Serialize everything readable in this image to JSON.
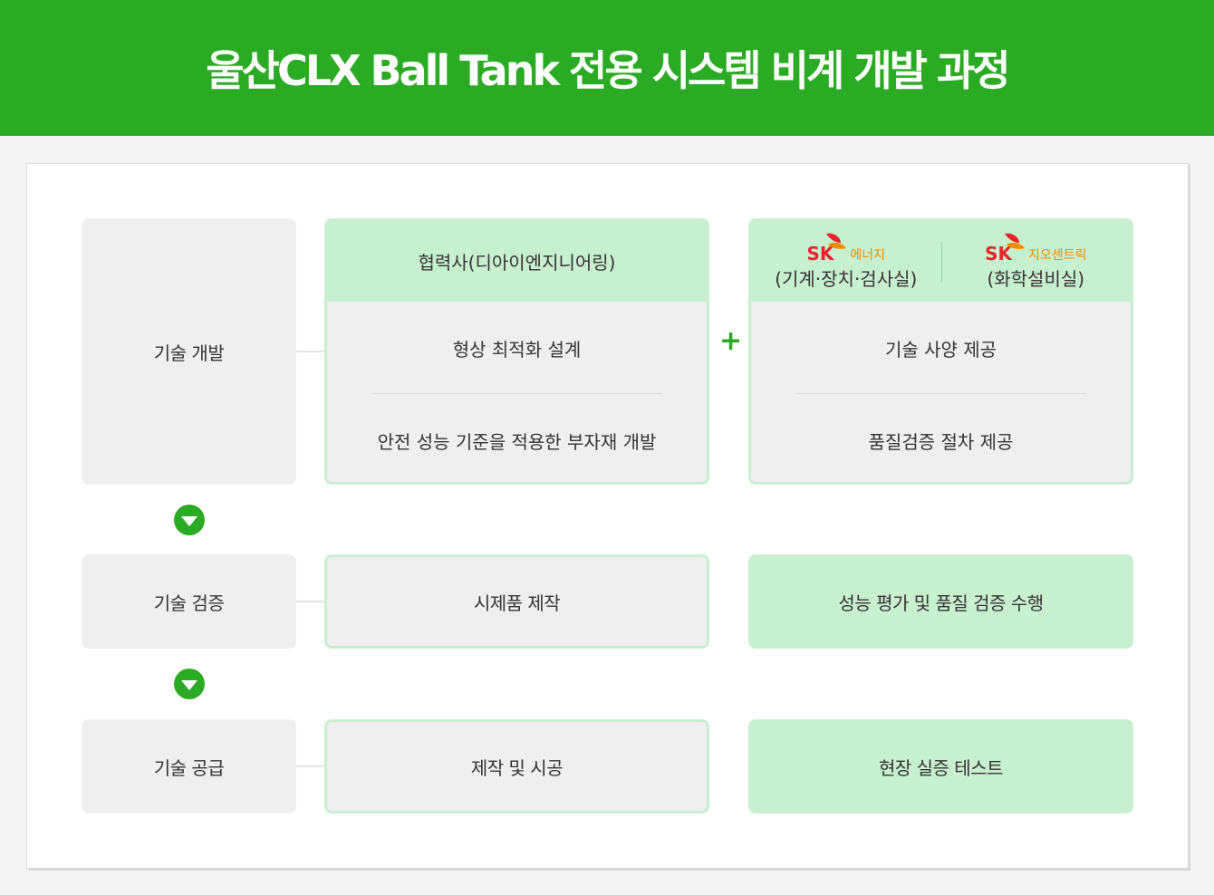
{
  "title": "울산CLX Ball Tank 전용 시스템 비계 개발 과정",
  "stages": {
    "development": "기술 개발",
    "verification": "기술 검증",
    "supply": "기술 공급"
  },
  "partner_panel": {
    "header": "협력사(디아이엔지니어링)",
    "item1": "형상 최적화 설계",
    "item2": "안전 성능 기준을 적용한 부자재 개발"
  },
  "sk_panel": {
    "energy_brand": "SK",
    "energy_sub": "에너지",
    "energy_dept": "(기계·장치·검사실)",
    "geo_brand": "SK",
    "geo_sub": "지오센트릭",
    "geo_dept": "(화학설비실)",
    "item1": "기술 사양 제공",
    "item2": "품질검증 절차 제공"
  },
  "plus_symbol": "+",
  "verification_row": {
    "partner": "시제품 제작",
    "sk": "성능 평가 및 품질 검증 수행"
  },
  "supply_row": {
    "partner": "제작 및 시공",
    "sk": "현장 실증 테스트"
  },
  "colors": {
    "brand_green": "#2baa23",
    "light_green": "#c7f0cf",
    "sk_red": "#e8232a",
    "sk_orange": "#f28b00"
  }
}
